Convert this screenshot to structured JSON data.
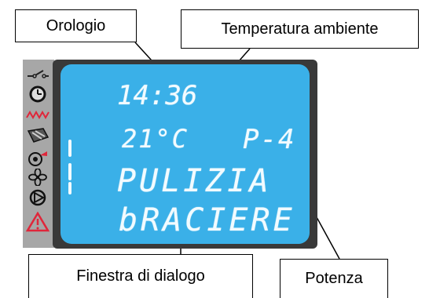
{
  "labels": {
    "clock": "Orologio",
    "room_temp": "Temperatura ambiente",
    "dialog": "Finestra di dialogo",
    "power": "Potenza"
  },
  "display": {
    "time": "14:36",
    "temperature": "21°C",
    "power_level": "P-4",
    "message_line1": "PULIZIA",
    "message_line2": "bRACIERE"
  },
  "icons": [
    "thermostat-switch-icon",
    "clock-icon",
    "heating-wave-icon",
    "pellet-feeder-icon",
    "combustion-fan-icon",
    "ventilation-fan-icon",
    "pump-icon",
    "alarm-warning-icon"
  ],
  "colors": {
    "lcd_background": "#3ab0e8",
    "lcd_text": "#f2fbff",
    "frame": "#393939",
    "icon_strip": "#a7a7a7",
    "alarm": "#e0263a"
  }
}
